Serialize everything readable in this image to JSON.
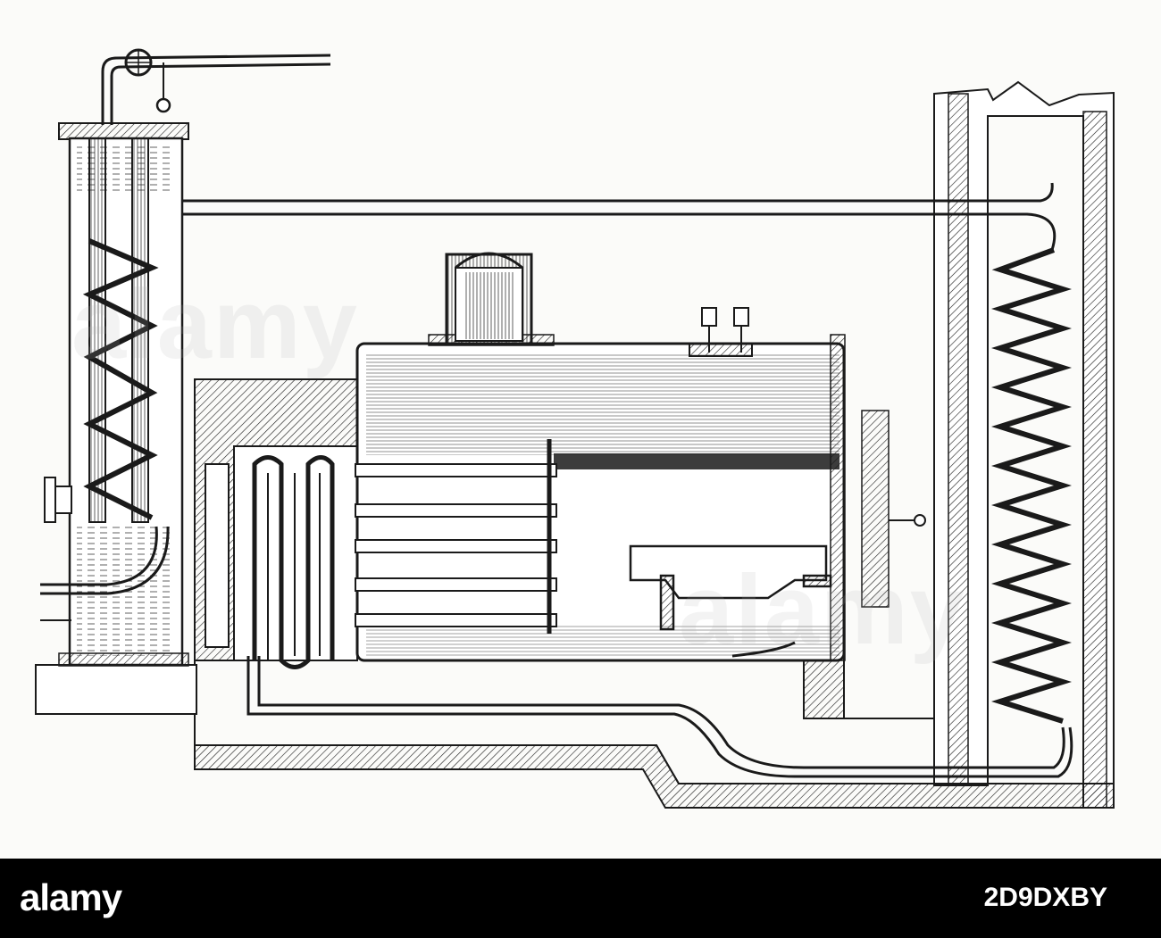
{
  "footer": {
    "brand": "alamy",
    "image_id": "2D9DXBY"
  },
  "watermark": {
    "text": "alamy"
  },
  "colors": {
    "ink": "#1a1a1a",
    "paper": "#fbfbf9",
    "footer_bg": "#000000",
    "footer_text": "#ffffff"
  }
}
